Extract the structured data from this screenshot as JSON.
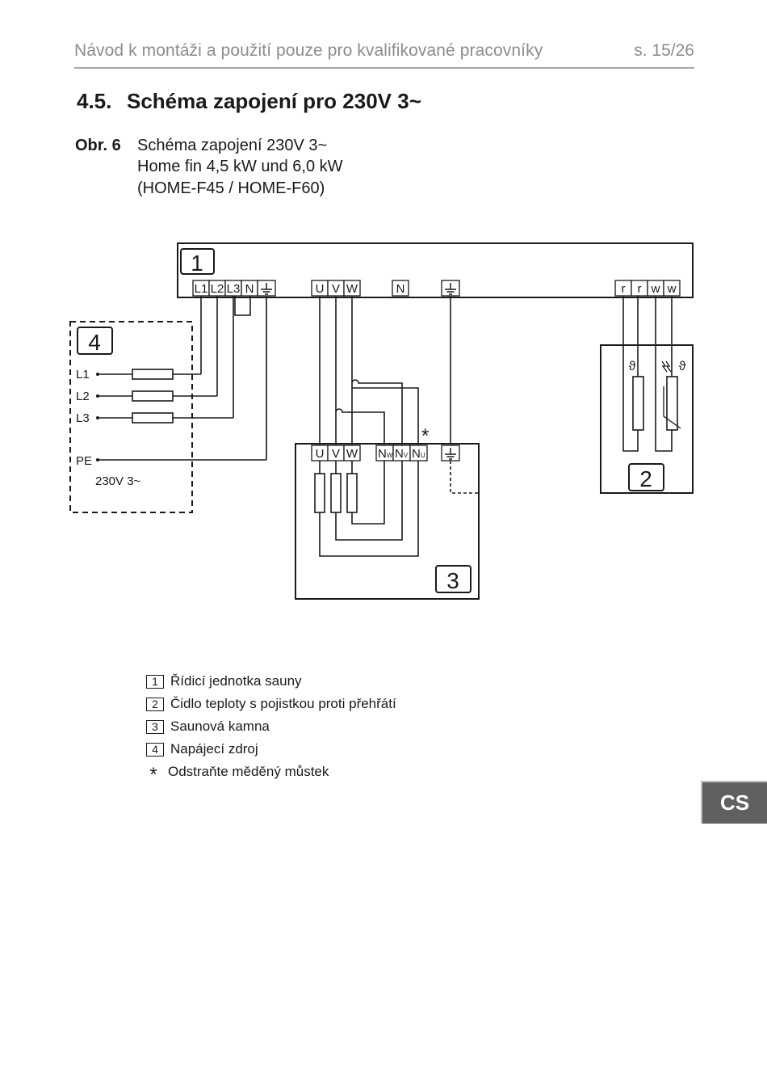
{
  "header": {
    "title": "Návod k montáži a použití pouze pro kvalifikované pracovníky",
    "page": "s. 15/26"
  },
  "section": {
    "number": "4.5.",
    "title": "Schéma zapojení pro 230V 3~"
  },
  "figure": {
    "label": "Obr. 6",
    "caption_lines": [
      "Schéma zapojení 230V 3~",
      "Home fin 4,5 kW und 6,0 kW",
      "(HOME-F45 / HOME-F60)"
    ]
  },
  "diagram": {
    "unit_numbers": [
      "1",
      "2",
      "3",
      "4"
    ],
    "control_terminals": {
      "mains": [
        "L1",
        "L2",
        "L3",
        "N"
      ],
      "heater": [
        "U",
        "V",
        "W"
      ],
      "neutral": "N",
      "sensor": [
        "r",
        "r",
        "w",
        "w"
      ]
    },
    "supply": {
      "lines": [
        "L1",
        "L2",
        "L3"
      ],
      "pe": "PE",
      "voltage": "230V 3~"
    },
    "heater_terminals": {
      "phases": [
        "U",
        "V",
        "W"
      ],
      "neutrals": [
        {
          "main": "N",
          "sub": "W"
        },
        {
          "main": "N",
          "sub": "V"
        },
        {
          "main": "N",
          "sub": "U"
        }
      ]
    },
    "bridge_marker": "*",
    "sensor_symbol": "ϑ"
  },
  "legend": [
    {
      "key": "1",
      "text": "Řídicí jednotka sauny"
    },
    {
      "key": "2",
      "text": "Čidlo teploty s pojistkou proti přehřátí"
    },
    {
      "key": "3",
      "text": "Saunová kamna"
    },
    {
      "key": "4",
      "text": "Napájecí zdroj"
    },
    {
      "key": "*",
      "text": "Odstraňte měděný můstek"
    }
  ],
  "language_tab": "CS",
  "colors": {
    "header_text": "#8c8c8c",
    "tab_background": "#606060",
    "line": "#1a1a1a"
  }
}
